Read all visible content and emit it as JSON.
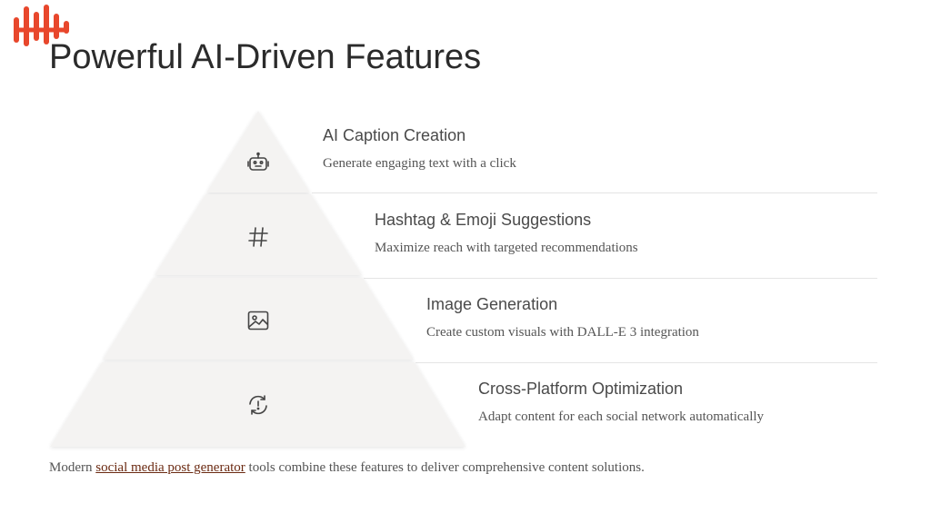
{
  "logo": {
    "brand_color": "#e8472c",
    "icon": "waveform-logo"
  },
  "title": "Powerful AI-Driven Features",
  "features": [
    {
      "icon": "robot-icon",
      "heading": "AI Caption Creation",
      "description": "Generate engaging text with a click"
    },
    {
      "icon": "hashtag-icon",
      "heading": "Hashtag & Emoji Suggestions",
      "description": "Maximize reach with targeted recommendations"
    },
    {
      "icon": "image-icon",
      "heading": "Image Generation",
      "description": "Create custom visuals with DALL-E 3 integration"
    },
    {
      "icon": "sync-alert-icon",
      "heading": "Cross-Platform Optimization",
      "description": "Adapt content for each social network automatically"
    }
  ],
  "footer": {
    "prefix": "Modern ",
    "link_text": "social media post generator",
    "suffix": " tools combine these features to deliver comprehensive content solutions."
  },
  "colors": {
    "pyramid_fill": "#f4f3f2",
    "icon_stroke": "#444444",
    "link": "#6b2a12"
  }
}
